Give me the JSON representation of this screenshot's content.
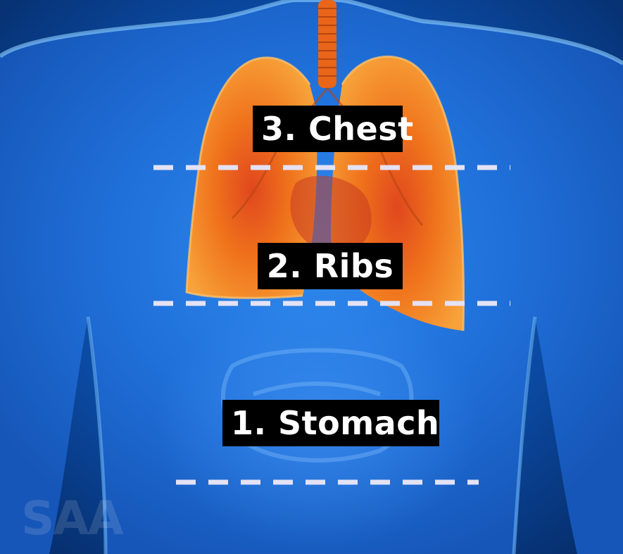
{
  "labels": {
    "chest": "3. Chest",
    "ribs": "2. Ribs",
    "stomach": "1. Stomach"
  },
  "watermark": "SAA",
  "colors": {
    "background": "#0a3f8e",
    "body": "#1f7be0",
    "lungs": "#f07a1a",
    "dash_lines": "#e4e2f5",
    "label_bg": "#000000",
    "label_text": "#ffffff"
  }
}
